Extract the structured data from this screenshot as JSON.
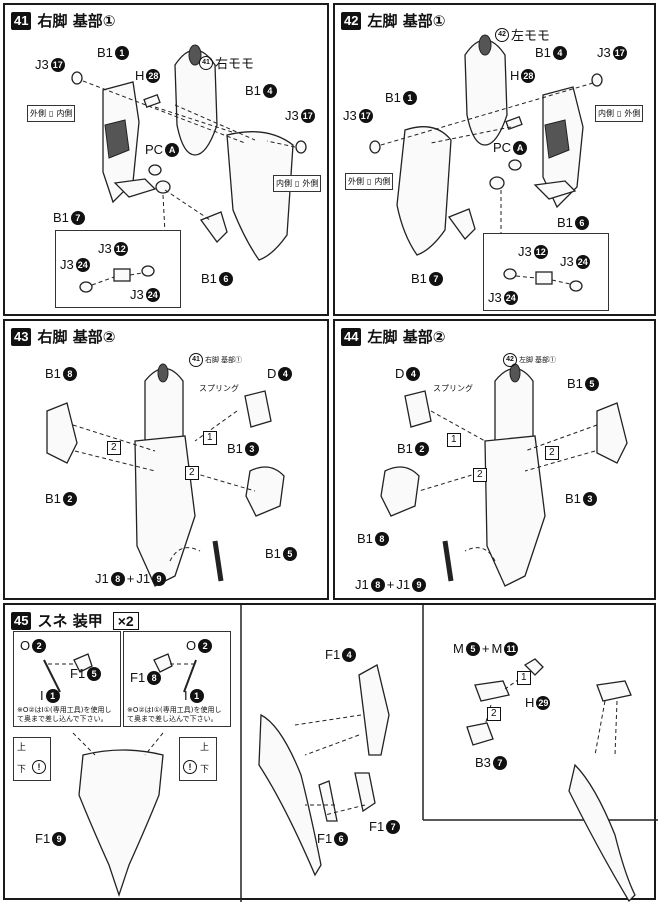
{
  "steps": [
    {
      "num": "41",
      "title": "右脚 基部①"
    },
    {
      "num": "42",
      "title": "左脚 基部①"
    },
    {
      "num": "43",
      "title": "右脚 基部②"
    },
    {
      "num": "44",
      "title": "左脚 基部②"
    },
    {
      "num": "45",
      "title": "スネ 装甲",
      "multiplier": "×2"
    }
  ],
  "s41": {
    "thigh_label": "右モモ",
    "labels": {
      "b1_1": "B1",
      "b1_4": "B1",
      "j3_17a": "J3",
      "j3_17b": "J3",
      "h_28": "H",
      "pc_a": "PC",
      "b1_7": "B1",
      "b1_6": "B1",
      "j3_12": "J3",
      "j3_24a": "J3",
      "j3_24b": "J3"
    },
    "nums": {
      "b1_1": "1",
      "b1_4": "4",
      "j3_17a": "17",
      "j3_17b": "17",
      "h_28": "28",
      "pc_a": "A",
      "b1_7": "7",
      "b1_6": "6",
      "j3_12": "12",
      "j3_24a": "24",
      "j3_24b": "24"
    },
    "side_left": {
      "outer": "外側",
      "inner": "内側"
    },
    "side_right": {
      "inner": "内側",
      "outer": "外側"
    }
  },
  "s42": {
    "thigh_label": "左モモ",
    "labels": {
      "j3_17a": "J3",
      "b1_4": "B1",
      "j3_17b": "J3",
      "h_28": "H",
      "b1_1": "B1",
      "pc_a": "PC",
      "b1_6": "B1",
      "b1_7": "B1",
      "j3_12": "J3",
      "j3_24a": "J3",
      "j3_24b": "J3"
    },
    "nums": {
      "j3_17a": "17",
      "b1_4": "4",
      "j3_17b": "17",
      "h_28": "28",
      "b1_1": "1",
      "pc_a": "A",
      "b1_6": "6",
      "b1_7": "7",
      "j3_12": "12",
      "j3_24a": "24",
      "j3_24b": "24"
    },
    "side_right": {
      "inner": "内側",
      "outer": "外側"
    },
    "side_left": {
      "outer": "外側",
      "inner": "内側"
    }
  },
  "s43": {
    "ref_label": "右脚 基部①",
    "spring": "スプリング",
    "labels": {
      "b1_8": "B1",
      "d_4": "D",
      "b1_3": "B1",
      "b1_2": "B1",
      "b1_5": "B1",
      "j1a": "J1",
      "j1b": "J1",
      "plus": "+"
    },
    "nums": {
      "b1_8": "8",
      "d_4": "4",
      "b1_3": "3",
      "b1_2": "2",
      "b1_5": "5",
      "j1a": "8",
      "j1b": "9",
      "ref": "41"
    },
    "order": {
      "one": "1",
      "two_a": "2",
      "two_b": "2"
    }
  },
  "s44": {
    "ref_label": "左脚 基部①",
    "spring": "スプリング",
    "labels": {
      "d_4": "D",
      "b1_5": "B1",
      "b1_2": "B1",
      "b1_3": "B1",
      "b1_8": "B1",
      "j1a": "J1",
      "j1b": "J1",
      "plus": "+"
    },
    "nums": {
      "d_4": "4",
      "b1_5": "5",
      "b1_2": "2",
      "b1_3": "3",
      "b1_8": "8",
      "j1a": "8",
      "j1b": "9",
      "ref": "42"
    },
    "order": {
      "one": "1",
      "two_a": "2",
      "two_b": "2"
    }
  },
  "s45": {
    "box1": {
      "o": "O",
      "o_num": "2",
      "f1": "F1",
      "f1_num": "5",
      "i": "I",
      "i_num": "1",
      "note": "※O②はI①(専用工具)を使用して奥まで差し込んで下さい。"
    },
    "box2": {
      "o": "O",
      "o_num": "2",
      "f1": "F1",
      "f1_num": "8",
      "i": "I",
      "i_num": "1",
      "note": "※O②はI①(専用工具)を使用して奥まで差し込んで下さい。"
    },
    "up": "上",
    "down": "下",
    "f1_9": "F1",
    "f1_9_num": "9",
    "f1_4": "F1",
    "f1_4_num": "4",
    "f1_6": "F1",
    "f1_6_num": "6",
    "f1_7": "F1",
    "f1_7_num": "7",
    "m_5": "M",
    "m_5_num": "5",
    "plus": "+",
    "m_11": "M",
    "m_11_num": "11",
    "h_29": "H",
    "h_29_num": "29",
    "b3_7": "B3",
    "b3_7_num": "7",
    "order": {
      "one": "1",
      "two": "2"
    }
  }
}
